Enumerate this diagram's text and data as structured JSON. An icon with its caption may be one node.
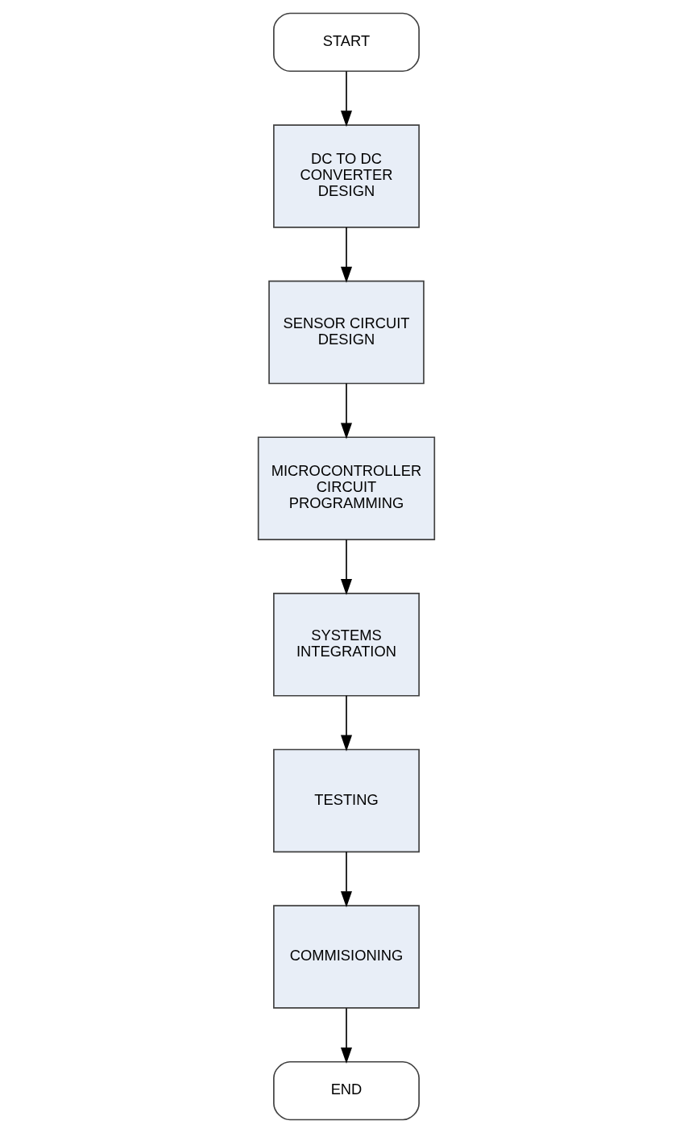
{
  "diagram": {
    "nodes": [
      {
        "text": [
          "START"
        ]
      },
      {
        "text": [
          "DC TO DC CONVERTER DESIGN"
        ]
      },
      {
        "text": [
          "SENSOR CIRCUIT DESIGN"
        ]
      },
      {
        "text": [
          "MICROCONTROLLER CIRCUIT PROGRAMMING"
        ]
      },
      {
        "text": [
          "SYSTEMS INTEGRATION"
        ]
      },
      {
        "text": [
          "TESTING"
        ]
      },
      {
        "text": [
          "COMMISIONING"
        ]
      },
      {
        "text": [
          "END"
        ]
      }
    ],
    "edges": [
      {
        "from": 0,
        "to": 1,
        "arrow": "to"
      },
      {
        "from": 1,
        "to": 2,
        "arrow": "to"
      },
      {
        "from": 2,
        "to": 3,
        "arrow": "to"
      },
      {
        "from": 3,
        "to": 4,
        "arrow": "to"
      },
      {
        "from": 4,
        "to": 5,
        "arrow": "to"
      },
      {
        "from": 5,
        "to": 6,
        "arrow": "to"
      },
      {
        "from": 6,
        "to": 7,
        "arrow": "to"
      }
    ]
  }
}
